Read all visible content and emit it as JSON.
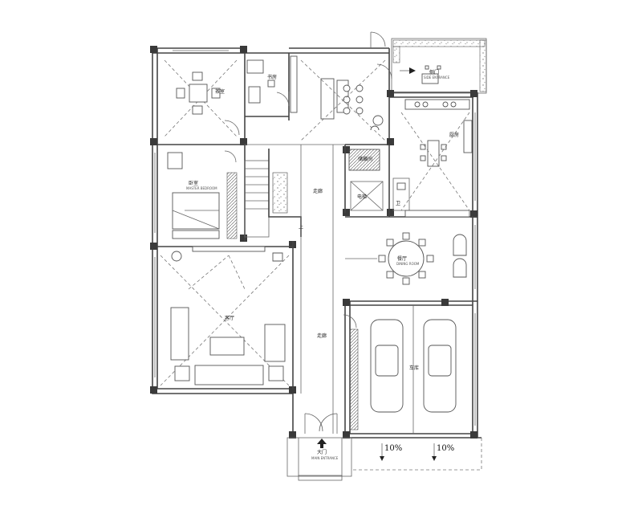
{
  "rooms": {
    "tea_room": "茶室",
    "bedroom": "卧室",
    "study": "书房",
    "living_room": "客厅",
    "corridor": "走廊",
    "kitchen": "厨房",
    "dining_room": "餐厅",
    "garage": "车库",
    "elevator": "电梯",
    "storage": "储藏间",
    "side_entrance": "侧门",
    "main_entrance": "大门",
    "side_hall": "走廊",
    "bath": "卫",
    "stair_up": "上"
  },
  "subtitles": {
    "bedroom_en": "MASTER BEDROOM",
    "dining_en": "DINING ROOM",
    "entrance_en": "MAIN ENTRANCE",
    "side_entrance_en": "SIDE ENTRANCE"
  },
  "slopes": {
    "left": "10%",
    "right": "10%"
  },
  "colors": {
    "wall": "#444444",
    "column": "#3a3a3a",
    "background": "#ffffff"
  }
}
